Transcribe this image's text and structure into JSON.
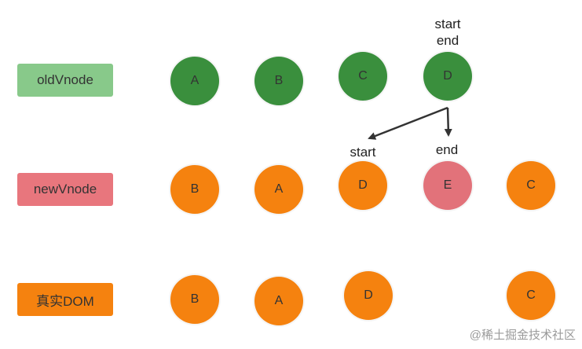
{
  "colors": {
    "old_node": "#3a8f3d",
    "new_node": "#f5820f",
    "new_node_highlight": "#e2727a",
    "label_old": "#88c98a",
    "label_new": "#e8767d",
    "label_dom": "#f5820f",
    "arrow": "#333333"
  },
  "rows": {
    "old": {
      "label": "oldVnode",
      "nodes": [
        "A",
        "B",
        "C",
        "D"
      ]
    },
    "new": {
      "label": "newVnode",
      "nodes": [
        "B",
        "A",
        "D",
        "E",
        "C"
      ],
      "highlight": "E"
    },
    "dom": {
      "label": "真实DOM",
      "nodes": [
        "B",
        "A",
        "D",
        "C"
      ]
    }
  },
  "pointers": {
    "old_start": "start",
    "old_end": "end",
    "new_start": "start",
    "new_end": "end"
  },
  "arrows": [
    {
      "from": "oldVnode D",
      "to": "newVnode D"
    },
    {
      "from": "oldVnode D",
      "to": "newVnode E"
    }
  ],
  "watermark": "@稀土掘金技术社区"
}
